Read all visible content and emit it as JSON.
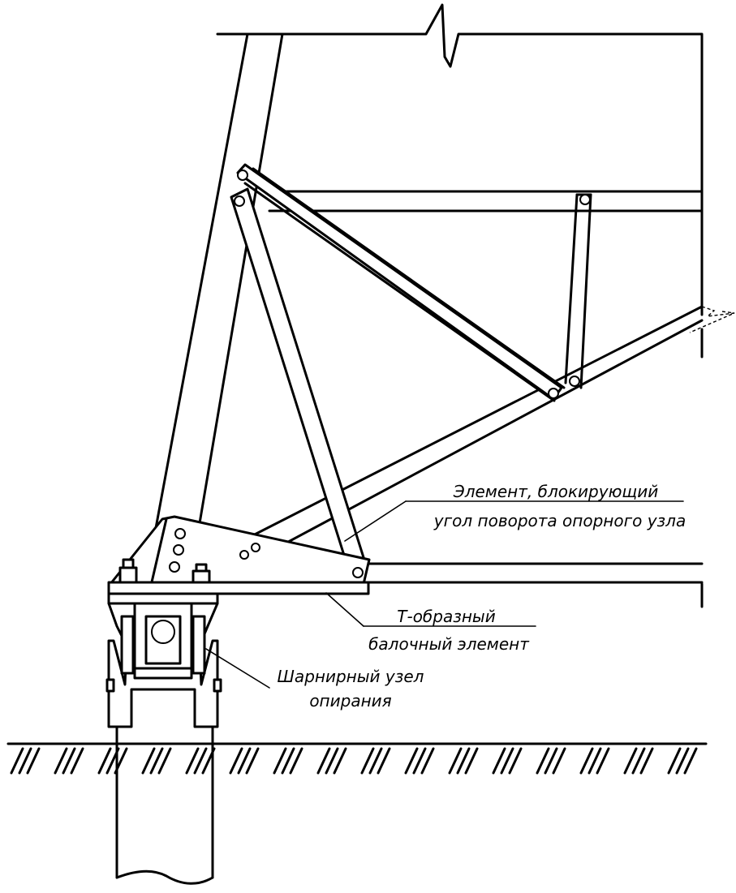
{
  "labels": {
    "blocking_element_line1": "Элемент, блокирующий",
    "blocking_element_line2": "угол поворота опорного узла",
    "t_beam_line1": "Т-образный",
    "t_beam_line2": "балочный элемент",
    "hinge_line1": "Шарнирный узел",
    "hinge_line2": "опирания"
  },
  "colors": {
    "line": "#000000",
    "background": "#ffffff"
  }
}
